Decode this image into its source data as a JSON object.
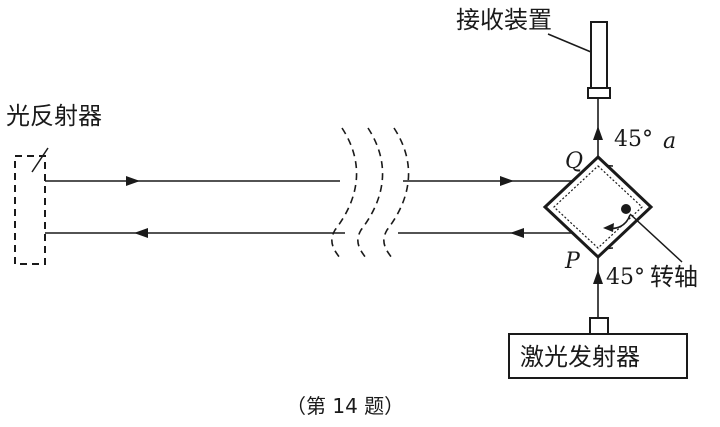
{
  "labels": {
    "receiver": "接收装置",
    "reflector": "光反射器",
    "rotation_axis": "转轴",
    "laser_emitter": "激光发射器",
    "point_q": "Q",
    "point_p": "P",
    "mirror_a": "a",
    "angle_top": "45°",
    "angle_bottom": "45°",
    "caption": "（第 14 题）"
  },
  "colors": {
    "ink": "#1a1a1a",
    "background": "#ffffff"
  }
}
